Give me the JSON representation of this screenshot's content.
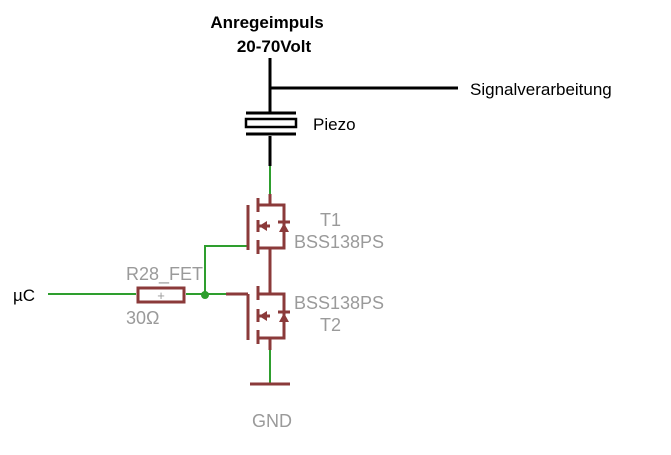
{
  "labels": {
    "pulse_title": "Anregeimpuls",
    "pulse_voltage": "20-70Volt",
    "signal_processing": "Signalverarbeitung",
    "piezo": "Piezo",
    "mcu": "µC",
    "resistor_name": "R28_FET",
    "resistor_value": "30Ω",
    "resistor_plus": "+",
    "t1_name": "T1",
    "t1_part": "BSS138PS",
    "t2_part": "BSS138PS",
    "t2_name": "T2",
    "ground": "GND"
  },
  "colors": {
    "wire_black": "#000000",
    "wire_green": "#2e9e2e",
    "component": "#8b3a3a",
    "label_grey": "#9a9a9a",
    "junction": "#2e9e2e"
  }
}
